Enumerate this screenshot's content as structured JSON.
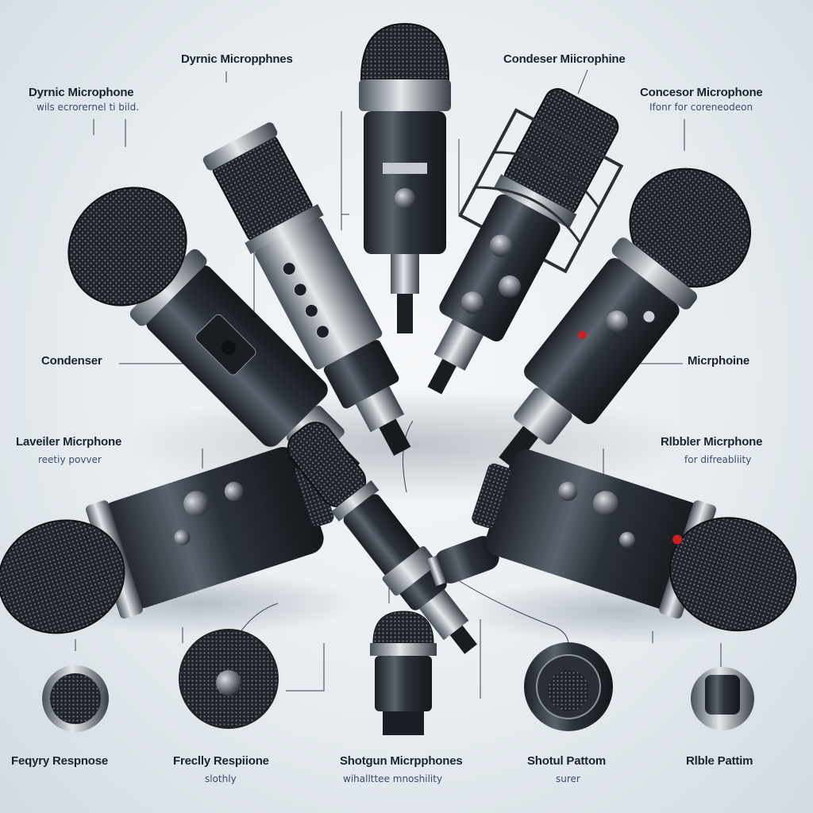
{
  "labels": {
    "top_center_left_title": "Dyrnic Micropphnes",
    "top_left_title": "Dyrnic Microphone",
    "top_left_subtitle": "wils ecrorernel ti bild.",
    "top_center_right_title": "Condeser Miicrophine",
    "top_right_title": "Concesor Microphone",
    "top_right_subtitle": "Ifonr for coreneodeon",
    "mid_left_title": "Condenser",
    "mid_right_title": "Micrphoine",
    "lower_left_title": "Laveiler Micrphone",
    "lower_left_subtitle": "reetiy povver",
    "lower_right_title": "Rlbbler Micrphone",
    "lower_right_subtitle": "for difreabliity",
    "bottom_1_title": "Feqyry Respnose",
    "bottom_2_title": "Freclly Respiione",
    "bottom_2_subtitle": "slothly",
    "bottom_3_title": "Shotgun Micrpphones",
    "bottom_3_subtitle": "wihallttee mnoshility",
    "bottom_4_title": "Shotul Pattom",
    "bottom_4_subtitle": "surer",
    "bottom_5_title": "Rlble Pattim"
  },
  "microphones": [
    "dynamic-handheld-microphone",
    "studio-stick-microphone",
    "dynamic-top-microphone",
    "condenser-shockmount-microphone",
    "handheld-right-microphone",
    "lower-left-condenser-microphone",
    "center-shotgun-microphone",
    "lower-right-ribbon-microphone"
  ],
  "details": [
    "grille-capsule",
    "lavalier-disc",
    "shotgun-head",
    "pattern-dial",
    "ribbon-capsule"
  ],
  "colors": {
    "background": "#e9eef2",
    "body_dark": "#22272e",
    "metal": "#9aa3ad",
    "label_text": "#1c2330",
    "subtitle_text": "#3b4a6e",
    "indicator_red": "#d21d1d"
  }
}
